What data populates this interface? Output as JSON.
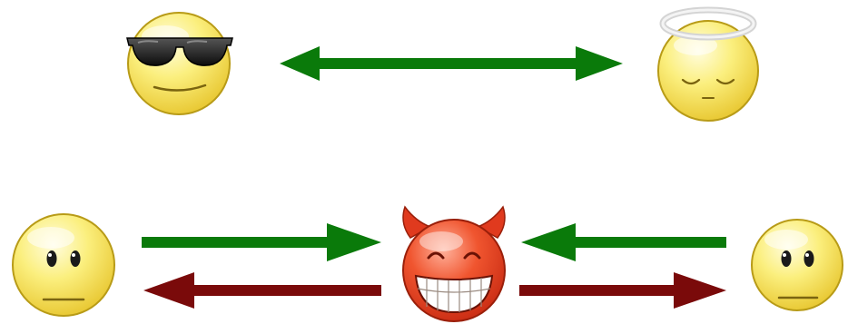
{
  "diagram": {
    "top_row": {
      "left_face": "cool-sunglasses-face",
      "right_face": "angel-halo-face",
      "link": {
        "direction": "bidirectional",
        "color": "#0a7a0a"
      }
    },
    "bottom_row": {
      "left_face": "neutral-face",
      "center_face": "grinning-devil-face",
      "right_face": "neutral-face",
      "arrows": [
        {
          "from": "neutral-face-left",
          "to": "devil-face",
          "color": "#0a7a0a"
        },
        {
          "from": "devil-face",
          "to": "neutral-face-left",
          "color": "#7a0a0a"
        },
        {
          "from": "neutral-face-right",
          "to": "devil-face",
          "color": "#0a7a0a"
        },
        {
          "from": "devil-face",
          "to": "neutral-face-right",
          "color": "#7a0a0a"
        }
      ]
    },
    "colors": {
      "face_yellow": "#f5e35a",
      "face_outline": "#b89b17",
      "devil_red": "#e03a1e",
      "good_arrow": "#0a7a0a",
      "bad_arrow": "#7a0a0a"
    }
  }
}
